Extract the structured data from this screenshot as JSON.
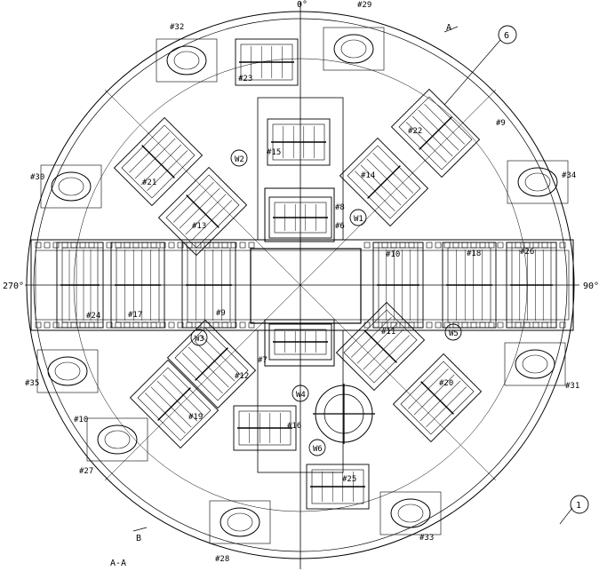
{
  "angles": {
    "deg0": "0°",
    "deg90": "90°",
    "deg270": "270°"
  },
  "section": {
    "top_marker": "A",
    "bottom_marker": "B",
    "caption": "A-A"
  },
  "balloons": {
    "b6": "6",
    "b1": "1"
  },
  "gauge_cutters": {
    "n29": "#29",
    "n32": "#32",
    "n30": "#30",
    "n34": "#34",
    "n35": "#35",
    "n31": "#31",
    "n27": "#27",
    "n28": "#28",
    "n33": "#33"
  },
  "cutters": {
    "n23": "#23",
    "n22": "#22",
    "n21": "#21",
    "n15": "#15",
    "n14": "#14",
    "n13": "#13",
    "n8": "#8",
    "n6": "#6",
    "n10": "#10",
    "n18": "#18",
    "n26": "#26",
    "n24": "#24",
    "n17": "#17",
    "n9": "#9",
    "n11": "#11",
    "n12": "#12",
    "n7": "#7",
    "n20": "#20",
    "n19": "#19",
    "n16": "#16",
    "n25": "#25"
  },
  "wear_detectors": {
    "w1": "W1",
    "w2": "W2",
    "w3": "W3",
    "w4": "W4",
    "w5": "W5",
    "w6": "W6"
  },
  "nozzles": {
    "n9": "#9",
    "n10": "#10"
  }
}
